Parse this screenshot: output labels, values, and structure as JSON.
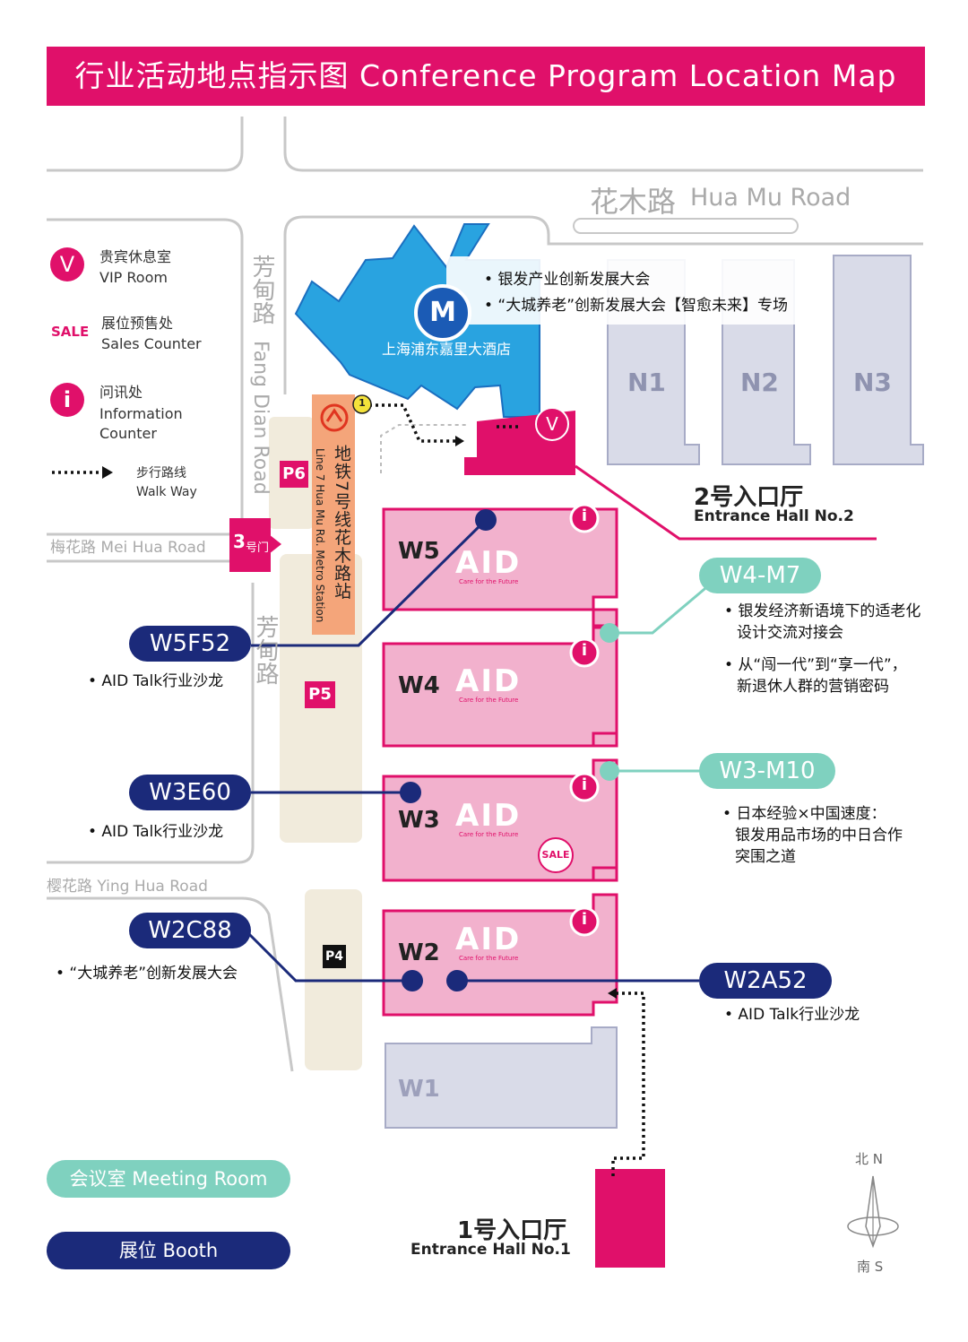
{
  "title": "行业活动地点指示图 Conference Program Location Map",
  "roads": {
    "hua_mu_cn": "花木路",
    "hua_mu_en": "Hua Mu Road",
    "fang_dian_cn": "芳甸路",
    "fang_dian_en": "Fang Dian Road",
    "fang_dian_cn2": "芳甸路",
    "mei_hua": "梅花路 Mei Hua Road",
    "ying_hua": "樱花路 Ying Hua Road"
  },
  "legend": {
    "vip_cn": "贵宾休息室",
    "vip_en": "VIP Room",
    "sales_cn": "展位预售处",
    "sales_en": "Sales Counter",
    "info_cn": "问讯处",
    "info_en1": "Information",
    "info_en2": "Counter",
    "walk_cn": "步行路线",
    "walk_en": "Walk Way",
    "vip_glyph": "V",
    "sales_glyph": "SALE",
    "info_glyph": "i"
  },
  "hotel": {
    "name": "上海浦东嘉里大酒店",
    "glyph": "M",
    "events": [
      "• 银发产业创新发展大会",
      "• “大城养老”创新发展大会【智愈未来】专场"
    ]
  },
  "halls": {
    "n1": "N1",
    "n2": "N2",
    "n3": "N3",
    "w5": "W5",
    "w4": "W4",
    "w3": "W3",
    "w2": "W2",
    "w1": "W1",
    "aid_logo": "AID",
    "aid_tagline": "Care for the Future"
  },
  "parking": {
    "p6": "P6",
    "p5": "P5",
    "p4": "P4"
  },
  "metro": {
    "cn": "地铁7号线花木路站",
    "en": "Line 7 Hua Mu Rd. Metro Station",
    "exit": "1"
  },
  "gate3": {
    "label_num": "3",
    "label_cn": "号门"
  },
  "entrance2": {
    "cn": "2号入口厅",
    "en": "Entrance Hall No.2"
  },
  "entrance1": {
    "cn": "1号入口厅",
    "en": "Entrance Hall No.1"
  },
  "rooms": {
    "w4m7": {
      "label": "W4-M7",
      "notes": [
        "• 银发经济新语境下的适老化",
        "设计交流对接会",
        "• 从“闯一代”到“享一代”，",
        "新退休人群的营销密码"
      ]
    },
    "w3m10": {
      "label": "W3-M10",
      "notes": [
        "• 日本经验×中国速度：",
        "银发用品市场的中日合作",
        "突围之道"
      ]
    }
  },
  "booths": {
    "w5f52": {
      "label": "W5F52",
      "note": "• AID Talk行业沙龙"
    },
    "w3e60": {
      "label": "W3E60",
      "note": "• AID Talk行业沙龙"
    },
    "w2c88": {
      "label": "W2C88",
      "note": "• “大城养老”创新发展大会"
    },
    "w2a52": {
      "label": "W2A52",
      "note": "• AID Talk行业沙龙"
    }
  },
  "key": {
    "meeting_room": "会议室 Meeting Room",
    "booth": "展位 Booth"
  },
  "compass": {
    "north": "北 N",
    "south": "南 S"
  },
  "colors": {
    "magenta": "#e0106a",
    "navy": "#1b2a7a",
    "teal": "#7fd1bf",
    "hall_pink": "#f2b1cd",
    "hall_grey": "#d9dbe8",
    "hotel_blue": "#29a3e0",
    "park_beige": "#f1ebdc",
    "metro_orange": "#f4a57a"
  }
}
